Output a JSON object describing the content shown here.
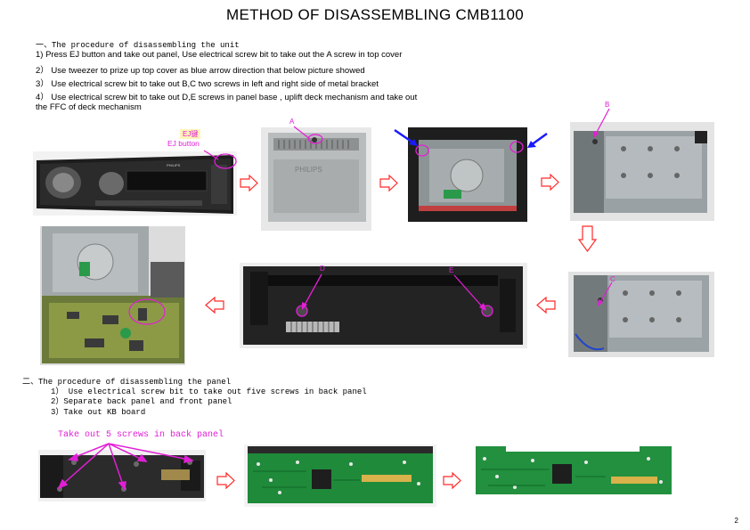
{
  "title": "METHOD OF DISASSEMBLING CMB1100",
  "section1": {
    "heading": "一、The procedure of disassembling the unit",
    "steps": [
      "1) Press EJ button and take out panel, Use electrical screw bit to take out the A screw in top cover",
      "2） Use tweezer to prize up top cover as blue arrow direction that below picture showed",
      "3） Use electrical screw bit to take out  B,C two screws in left and right side of metal bracket",
      "4） Use electrical screw bit to take out D,E screws in panel base , uplift deck mechanism and take out",
      "the FFC of deck mechanism"
    ]
  },
  "labels": {
    "ej_cn": "EJ键",
    "ej_en": "EJ button",
    "a": "A",
    "b": "B",
    "c": "C",
    "d": "D",
    "e": "E",
    "brand": "PHILIPS"
  },
  "section2": {
    "heading": "二、The procedure of disassembling the panel",
    "steps": [
      "1） Use electrical screw bit to take out five screws in back panel",
      "2）Separate back panel and front panel",
      "3）Take out KB board"
    ],
    "callout": "Take out 5 screws in back panel"
  },
  "page_number": "2",
  "colors": {
    "annotation": "#e21fd6",
    "flow_arrow": "#ff2a2a",
    "blue_arrow": "#1a1aff",
    "pcb_green": "#1f8a3a"
  }
}
